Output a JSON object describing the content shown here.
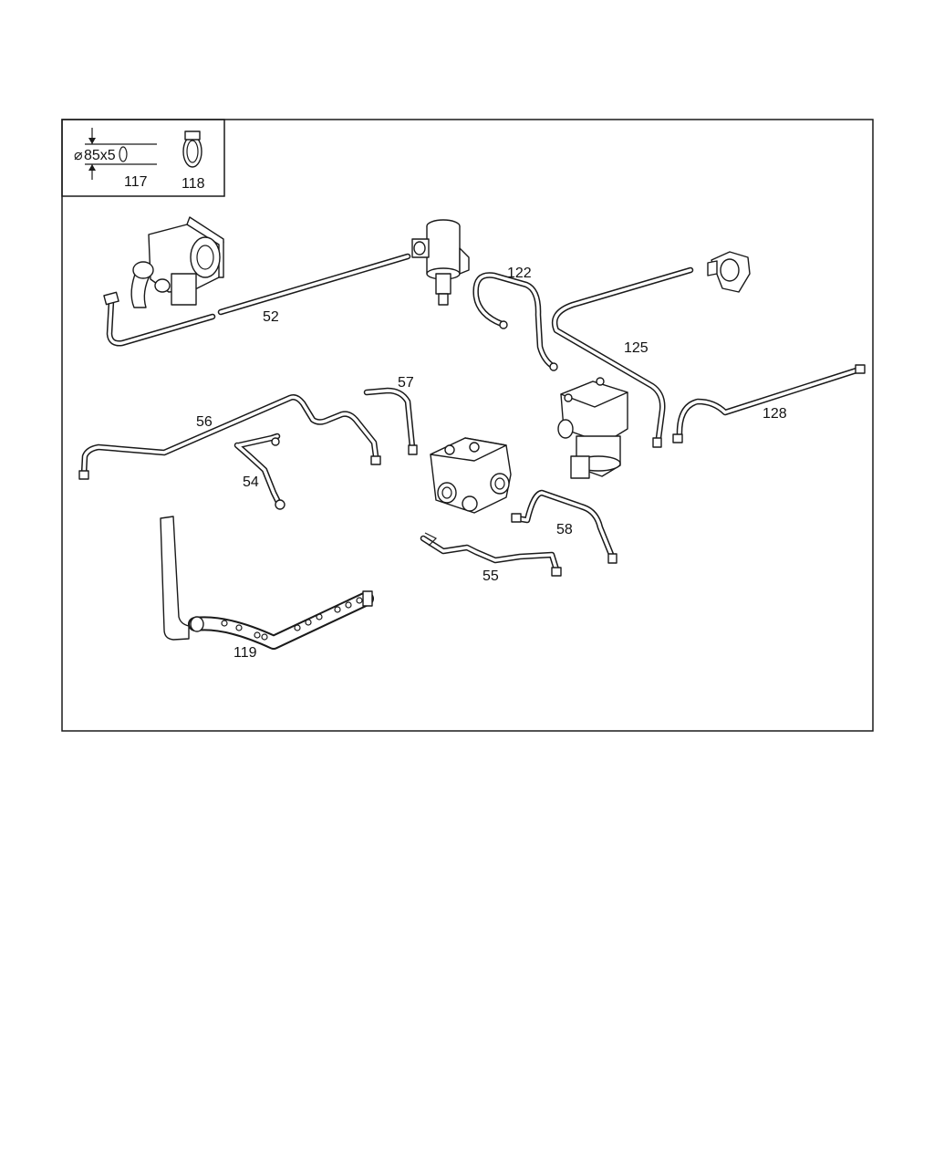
{
  "inset": {
    "dimension": "85x5",
    "diameter_symbol": "⌀",
    "labels": {
      "part117": "117",
      "part118": "118"
    }
  },
  "callouts": {
    "p52": "52",
    "p54": "54",
    "p55": "55",
    "p56": "56",
    "p57": "57",
    "p58": "58",
    "p119": "119",
    "p122": "122",
    "p125": "125",
    "p128": "128"
  }
}
